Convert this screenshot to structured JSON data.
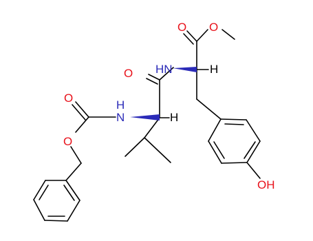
{
  "colors": {
    "bond": "#000000",
    "oxygen": "#e8121b",
    "nitrogen": "#2b2bb8",
    "hydrogen": "#000000",
    "background": "#ffffff"
  },
  "labels": {
    "ester_carbonyl_o": "O",
    "ester_o": "O",
    "tyr_nh": "HN",
    "tyr_h": "H",
    "amide_o": "O",
    "carbamate_carbonyl_o": "O",
    "val_nh": "N",
    "val_nh_h": "H",
    "val_h": "H",
    "carbamate_o": "O",
    "phenol_oh": "OH"
  }
}
